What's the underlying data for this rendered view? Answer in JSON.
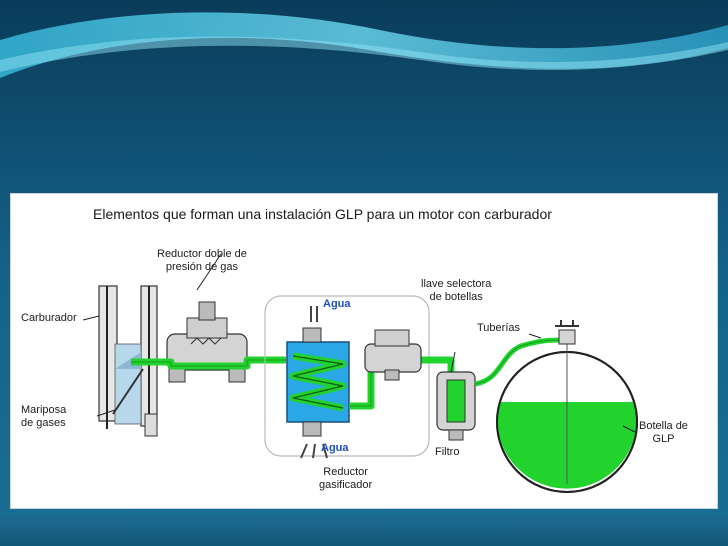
{
  "diagram": {
    "title": "Elementos que forman una instalación GLP para un motor con carburador",
    "labels": {
      "reductor_doble": "Reductor doble de\npresión de gas",
      "carburador": "Carburador",
      "mariposa": "Mariposa\nde gases",
      "agua_top": "Agua",
      "agua_bottom": "Agua",
      "reductor_gasificador": "Reductor\ngasificador",
      "llave_selectora": "llave selectora\nde botellas",
      "tuberias": "Tuberías",
      "filtro": "Filtro",
      "botella": "Botella de\nGLP"
    },
    "colors": {
      "gas_green": "#22d32e",
      "water_blue": "#2aa8e6",
      "slide_teal": "#1a6d91",
      "slide_dark": "#0f4f70"
    }
  }
}
